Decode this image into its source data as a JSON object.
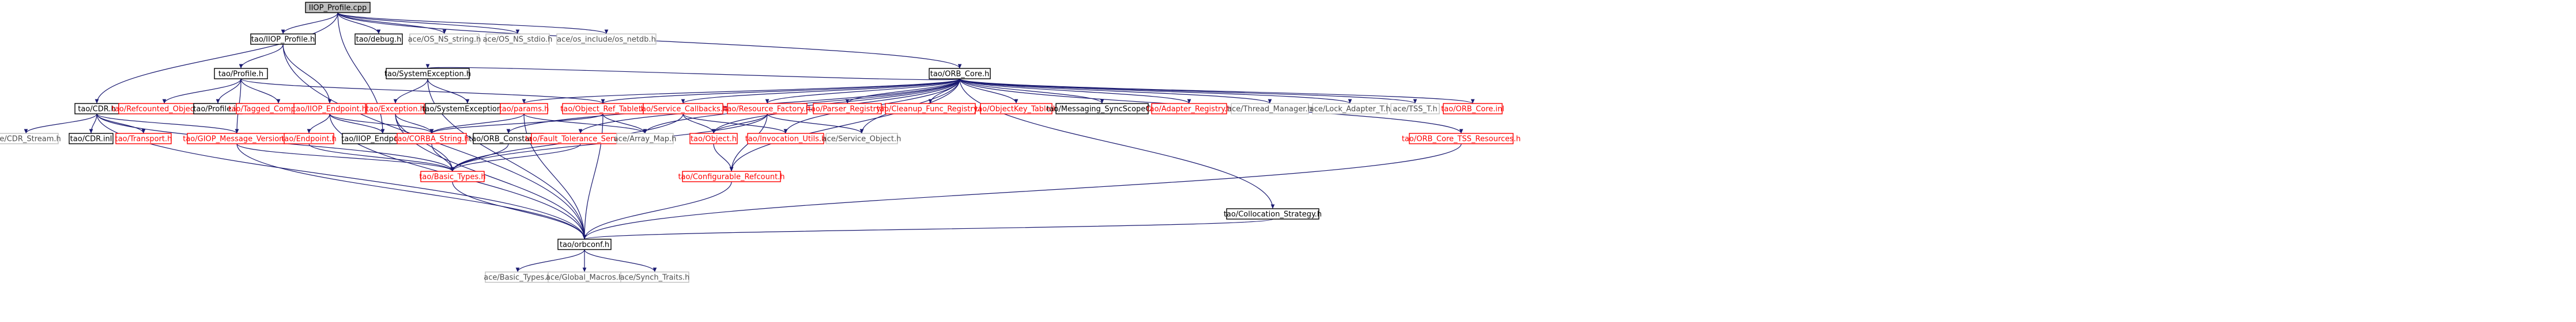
{
  "graph": {
    "colors": {
      "edge": "#191970",
      "root_fill": "#bfbfbf",
      "node_fill": "#ffffff",
      "documented_border": "#000000",
      "external_border": "#bfbfbf",
      "undocumented_border": "#ff0000",
      "documented_text": "#000000",
      "external_text": "#4d4d4d",
      "undocumented_text": "#ff0000"
    },
    "nodes": [
      {
        "id": "root",
        "label": "IIOP_Profile.cpp",
        "style": "root"
      },
      {
        "id": "iiop_profile_h",
        "label": "tao/IIOP_Profile.h",
        "style": "documented"
      },
      {
        "id": "debug",
        "label": "tao/debug.h",
        "style": "documented"
      },
      {
        "id": "os_ns_string",
        "label": "ace/OS_NS_string.h",
        "style": "external"
      },
      {
        "id": "os_ns_stdio",
        "label": "ace/OS_NS_stdio.h",
        "style": "external"
      },
      {
        "id": "os_netdb",
        "label": "ace/os_include/os_netdb.h",
        "style": "external"
      },
      {
        "id": "cdr_h",
        "label": "tao/CDR.h",
        "style": "documented"
      },
      {
        "id": "profile_h",
        "label": "tao/Profile.h",
        "style": "documented"
      },
      {
        "id": "system_exception_h",
        "label": "tao/SystemException.h",
        "style": "documented"
      },
      {
        "id": "orb_core_h",
        "label": "tao/ORB_Core.h",
        "style": "documented"
      },
      {
        "id": "cdr_stream",
        "label": "ace/CDR_Stream.h",
        "style": "external"
      },
      {
        "id": "cdr_inl",
        "label": "tao/CDR.inl",
        "style": "documented"
      },
      {
        "id": "transport",
        "label": "tao/Transport.h",
        "style": "undocumented"
      },
      {
        "id": "giop_msg_ver",
        "label": "tao/GIOP_Message_Version.h",
        "style": "undocumented"
      },
      {
        "id": "refcounted_objectkey",
        "label": "tao/Refcounted_ObjectKey.h",
        "style": "undocumented"
      },
      {
        "id": "profile_inl",
        "label": "tao/Profile.inl",
        "style": "documented"
      },
      {
        "id": "tagged_components",
        "label": "tao/Tagged_Components.h",
        "style": "undocumented"
      },
      {
        "id": "iiop_endpoint",
        "label": "tao/IIOP_Endpoint.h",
        "style": "undocumented"
      },
      {
        "id": "endpoint",
        "label": "tao/Endpoint.h",
        "style": "undocumented"
      },
      {
        "id": "iiop_endpoints_c",
        "label": "tao/IIOP_EndpointsC.h",
        "style": "documented"
      },
      {
        "id": "exception_h",
        "label": "tao/Exception.h",
        "style": "undocumented"
      },
      {
        "id": "system_exception_inl",
        "label": "tao/SystemException.inl",
        "style": "documented"
      },
      {
        "id": "params",
        "label": "tao/params.h",
        "style": "undocumented"
      },
      {
        "id": "object_ref_table",
        "label": "tao/Object_Ref_Table.h",
        "style": "undocumented"
      },
      {
        "id": "service_callbacks",
        "label": "tao/Service_Callbacks.h",
        "style": "undocumented"
      },
      {
        "id": "resource_factory",
        "label": "tao/Resource_Factory.h",
        "style": "undocumented"
      },
      {
        "id": "parser_registry",
        "label": "tao/Parser_Registry.h",
        "style": "undocumented"
      },
      {
        "id": "cleanup_func_registry",
        "label": "tao/Cleanup_Func_Registry.h",
        "style": "undocumented"
      },
      {
        "id": "objectkey_table",
        "label": "tao/ObjectKey_Table.h",
        "style": "undocumented"
      },
      {
        "id": "messaging_syncscope",
        "label": "tao/Messaging_SyncScopeC.h",
        "style": "documented"
      },
      {
        "id": "adapter_registry",
        "label": "tao/Adapter_Registry.h",
        "style": "undocumented"
      },
      {
        "id": "thread_manager",
        "label": "ace/Thread_Manager.h",
        "style": "external"
      },
      {
        "id": "lock_adapter",
        "label": "ace/Lock_Adapter_T.h",
        "style": "external"
      },
      {
        "id": "tss_t",
        "label": "ace/TSS_T.h",
        "style": "external"
      },
      {
        "id": "orb_core_inl",
        "label": "tao/ORB_Core.inl",
        "style": "undocumented"
      },
      {
        "id": "corba_string",
        "label": "tao/CORBA_String.h",
        "style": "undocumented"
      },
      {
        "id": "orb_constants",
        "label": "tao/ORB_Constants.h",
        "style": "documented"
      },
      {
        "id": "fault_tolerance",
        "label": "tao/Fault_Tolerance_Service.h",
        "style": "undocumented"
      },
      {
        "id": "array_map",
        "label": "ace/Array_Map.h",
        "style": "external"
      },
      {
        "id": "object_h",
        "label": "tao/Object.h",
        "style": "undocumented"
      },
      {
        "id": "invocation_utils",
        "label": "tao/Invocation_Utils.h",
        "style": "undocumented"
      },
      {
        "id": "service_object",
        "label": "ace/Service_Object.h",
        "style": "external"
      },
      {
        "id": "orb_core_tss",
        "label": "tao/ORB_Core_TSS_Resources.h",
        "style": "undocumented"
      },
      {
        "id": "basic_types",
        "label": "tao/Basic_Types.h",
        "style": "undocumented"
      },
      {
        "id": "configurable_refcount",
        "label": "tao/Configurable_Refcount.h",
        "style": "undocumented"
      },
      {
        "id": "collocation_strategy",
        "label": "tao/Collocation_Strategy.h",
        "style": "documented"
      },
      {
        "id": "orbconf",
        "label": "tao/orbconf.h",
        "style": "documented"
      },
      {
        "id": "ace_basic_types",
        "label": "ace/Basic_Types.h",
        "style": "external"
      },
      {
        "id": "global_macros",
        "label": "ace/Global_Macros.h",
        "style": "external"
      },
      {
        "id": "synch_traits",
        "label": "ace/Synch_Traits.h",
        "style": "external"
      }
    ],
    "edges": [
      [
        "root",
        "iiop_profile_h"
      ],
      [
        "root",
        "debug"
      ],
      [
        "root",
        "os_ns_string"
      ],
      [
        "root",
        "os_ns_stdio"
      ],
      [
        "root",
        "os_netdb"
      ],
      [
        "root",
        "cdr_h"
      ],
      [
        "root",
        "orb_core_h"
      ],
      [
        "root",
        "iiop_endpoints_c"
      ],
      [
        "iiop_profile_h",
        "profile_h"
      ],
      [
        "iiop_profile_h",
        "iiop_endpoint"
      ],
      [
        "iiop_profile_h",
        "orbconf"
      ],
      [
        "cdr_h",
        "cdr_stream"
      ],
      [
        "cdr_h",
        "cdr_inl"
      ],
      [
        "cdr_h",
        "transport"
      ],
      [
        "cdr_h",
        "giop_msg_ver"
      ],
      [
        "cdr_h",
        "basic_types"
      ],
      [
        "cdr_h",
        "orbconf"
      ],
      [
        "profile_h",
        "refcounted_objectkey"
      ],
      [
        "profile_h",
        "profile_inl"
      ],
      [
        "profile_h",
        "tagged_components"
      ],
      [
        "profile_h",
        "giop_msg_ver"
      ],
      [
        "profile_h",
        "object_ref_table"
      ],
      [
        "iiop_endpoint",
        "endpoint"
      ],
      [
        "iiop_endpoint",
        "iiop_endpoints_c"
      ],
      [
        "iiop_endpoint",
        "corba_string"
      ],
      [
        "iiop_endpoint",
        "orbconf"
      ],
      [
        "system_exception_h",
        "exception_h"
      ],
      [
        "system_exception_h",
        "system_exception_inl"
      ],
      [
        "system_exception_h",
        "orbconf"
      ],
      [
        "exception_h",
        "corba_string"
      ],
      [
        "exception_h",
        "basic_types"
      ],
      [
        "exception_h",
        "orbconf"
      ],
      [
        "orb_core_h",
        "system_exception_h"
      ],
      [
        "orb_core_h",
        "params"
      ],
      [
        "orb_core_h",
        "object_ref_table"
      ],
      [
        "orb_core_h",
        "service_callbacks"
      ],
      [
        "orb_core_h",
        "resource_factory"
      ],
      [
        "orb_core_h",
        "parser_registry"
      ],
      [
        "orb_core_h",
        "cleanup_func_registry"
      ],
      [
        "orb_core_h",
        "objectkey_table"
      ],
      [
        "orb_core_h",
        "messaging_syncscope"
      ],
      [
        "orb_core_h",
        "adapter_registry"
      ],
      [
        "orb_core_h",
        "thread_manager"
      ],
      [
        "orb_core_h",
        "lock_adapter"
      ],
      [
        "orb_core_h",
        "tss_t"
      ],
      [
        "orb_core_h",
        "orb_core_inl"
      ],
      [
        "orb_core_h",
        "orb_core_tss"
      ],
      [
        "orb_core_h",
        "collocation_strategy"
      ],
      [
        "orb_core_h",
        "fault_tolerance"
      ],
      [
        "orb_core_h",
        "orb_constants"
      ],
      [
        "orb_core_h",
        "object_h"
      ],
      [
        "orb_core_h",
        "invocation_utils"
      ],
      [
        "orb_core_h",
        "service_object"
      ],
      [
        "orb_core_h",
        "configurable_refcount"
      ],
      [
        "orb_core_h",
        "array_map"
      ],
      [
        "params",
        "array_map"
      ],
      [
        "params",
        "corba_string"
      ],
      [
        "params",
        "orbconf"
      ],
      [
        "object_ref_table",
        "corba_string"
      ],
      [
        "object_ref_table",
        "array_map"
      ],
      [
        "object_ref_table",
        "orbconf"
      ],
      [
        "service_callbacks",
        "object_h"
      ],
      [
        "service_callbacks",
        "invocation_utils"
      ],
      [
        "service_callbacks",
        "basic_types"
      ],
      [
        "resource_factory",
        "object_h"
      ],
      [
        "resource_factory",
        "basic_types"
      ],
      [
        "resource_factory",
        "configurable_refcount"
      ],
      [
        "resource_factory",
        "service_object"
      ],
      [
        "fault_tolerance",
        "basic_types"
      ],
      [
        "object_h",
        "configurable_refcount"
      ],
      [
        "corba_string",
        "basic_types"
      ],
      [
        "orb_constants",
        "basic_types"
      ],
      [
        "giop_msg_ver",
        "basic_types"
      ],
      [
        "giop_msg_ver",
        "orbconf"
      ],
      [
        "endpoint",
        "basic_types"
      ],
      [
        "basic_types",
        "orbconf"
      ],
      [
        "configurable_refcount",
        "orbconf"
      ],
      [
        "orb_core_tss",
        "orbconf"
      ],
      [
        "collocation_strategy",
        "orbconf"
      ],
      [
        "orbconf",
        "ace_basic_types"
      ],
      [
        "orbconf",
        "global_macros"
      ],
      [
        "orbconf",
        "synch_traits"
      ]
    ]
  }
}
